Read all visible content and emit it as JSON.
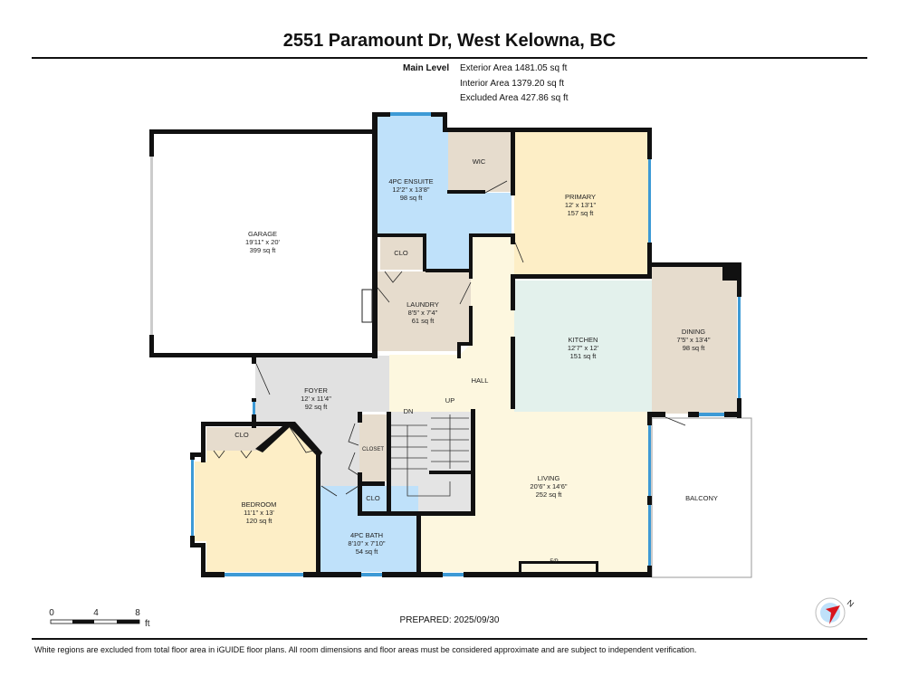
{
  "title": "2551 Paramount Dr, West Kelowna, BC",
  "level": {
    "name": "Main Level",
    "exterior_area": "Exterior Area 1481.05 sq ft",
    "interior_area": "Interior Area 1379.20 sq ft",
    "excluded_area": "Excluded Area 427.86 sq ft"
  },
  "rooms": {
    "garage": {
      "name": "GARAGE",
      "dims": "19'11\" x 20'",
      "area": "399 sq ft"
    },
    "ensuite": {
      "name": "4PC ENSUITE",
      "dims": "12'2\" x 13'8\"",
      "area": "98 sq ft"
    },
    "wic": {
      "name": "WIC"
    },
    "primary": {
      "name": "PRIMARY",
      "dims": "12' x 13'1\"",
      "area": "157 sq ft"
    },
    "clo_laundry": {
      "name": "CLO"
    },
    "laundry": {
      "name": "LAUNDRY",
      "dims": "8'5\" x 7'4\"",
      "area": "61 sq ft"
    },
    "kitchen": {
      "name": "KITCHEN",
      "dims": "12'7\" x 12'",
      "area": "151 sq ft"
    },
    "dining": {
      "name": "DINING",
      "dims": "7'5\" x 13'4\"",
      "area": "98 sq ft"
    },
    "hall": {
      "name": "HALL"
    },
    "foyer": {
      "name": "FOYER",
      "dims": "12' x 11'4\"",
      "area": "92 sq ft"
    },
    "stairs_dn": {
      "name": "DN"
    },
    "stairs_up": {
      "name": "UP"
    },
    "clo_bedroom": {
      "name": "CLO"
    },
    "closet": {
      "name": "CLOSET"
    },
    "clo_bath": {
      "name": "CLO"
    },
    "bedroom": {
      "name": "BEDROOM",
      "dims": "11'1\" x 13'",
      "area": "120 sq ft"
    },
    "bath": {
      "name": "4PC BATH",
      "dims": "8'10\" x 7'10\"",
      "area": "54 sq ft"
    },
    "living": {
      "name": "LIVING",
      "dims": "20'6\" x 14'6\"",
      "area": "252 sq ft"
    },
    "fireplace": {
      "name": "F/P"
    },
    "balcony": {
      "name": "BALCONY"
    }
  },
  "scale": {
    "ticks": [
      "0",
      "4",
      "8"
    ],
    "unit": "ft"
  },
  "compass": {
    "label": "N",
    "icon": "north-arrow-compass-icon"
  },
  "prepared": "PREPARED: 2025/09/30",
  "footnote": "White regions are excluded from total floor area in iGUIDE floor plans. All room dimensions and floor areas must be considered approximate and are subject to independent verification.",
  "colors": {
    "wall": "#111111",
    "window": "#3d9ad6",
    "bath": "#bfe1fa",
    "bedroom": "#fdeec6",
    "storage": "#e6dccd",
    "kitchen": "#e3f1ec",
    "hall": "#fdf7df",
    "foyer": "#e1e1e1"
  }
}
